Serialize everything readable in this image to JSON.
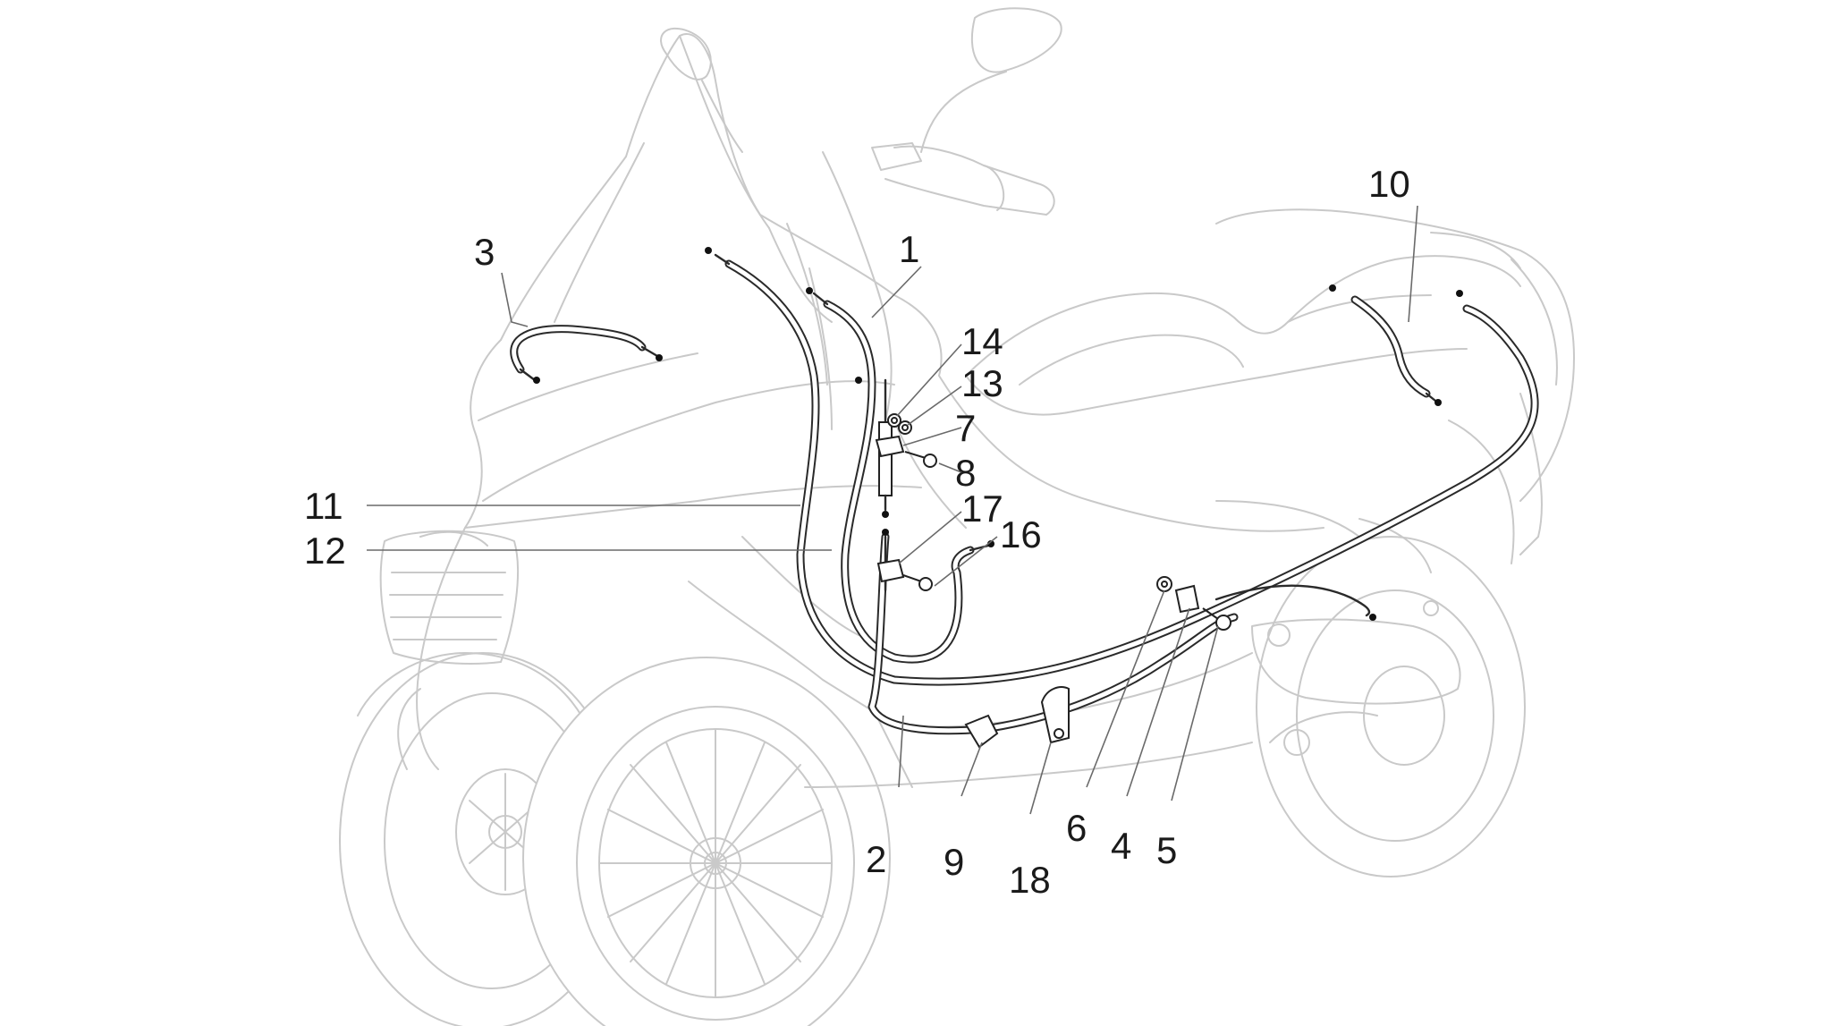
{
  "diagram": {
    "part_labels": [
      {
        "id": "1",
        "text": "1"
      },
      {
        "id": "2",
        "text": "2"
      },
      {
        "id": "3",
        "text": "3"
      },
      {
        "id": "4",
        "text": "4"
      },
      {
        "id": "5",
        "text": "5"
      },
      {
        "id": "6",
        "text": "6"
      },
      {
        "id": "7",
        "text": "7"
      },
      {
        "id": "8",
        "text": "8"
      },
      {
        "id": "9",
        "text": "9"
      },
      {
        "id": "10",
        "text": "10"
      },
      {
        "id": "11",
        "text": "11"
      },
      {
        "id": "12",
        "text": "12"
      },
      {
        "id": "13",
        "text": "13"
      },
      {
        "id": "14",
        "text": "14"
      },
      {
        "id": "16",
        "text": "16"
      },
      {
        "id": "17",
        "text": "17"
      },
      {
        "id": "18",
        "text": "18"
      }
    ]
  }
}
